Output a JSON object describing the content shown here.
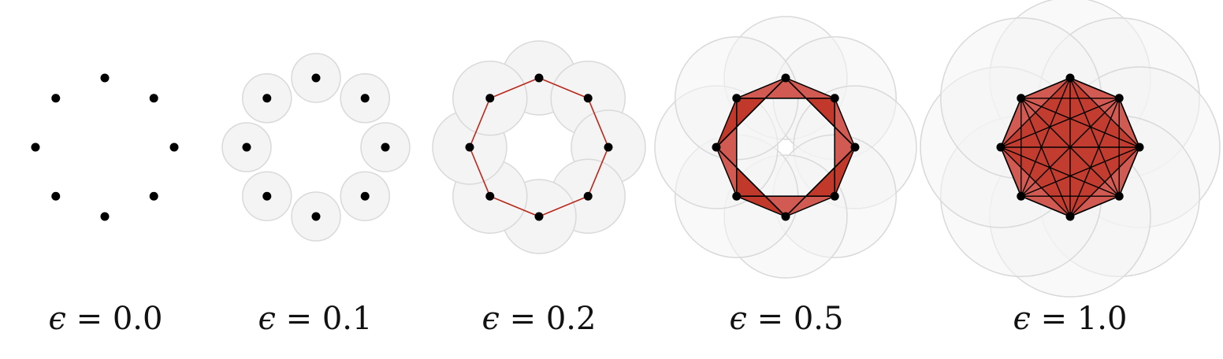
{
  "figure": {
    "colors": {
      "point": "#000000",
      "ball_fill": "#f4f4f4",
      "ball_stroke": "#d9d9d9",
      "edge": "#b8281c",
      "triangle_light": "#d15a52",
      "triangle_dark": "#c0392b",
      "edge_dark": "#000000"
    },
    "panels": [
      {
        "epsilon_symbol": "ϵ",
        "equals": "=",
        "value": "0.0"
      },
      {
        "epsilon_symbol": "ϵ",
        "equals": "=",
        "value": "0.1"
      },
      {
        "epsilon_symbol": "ϵ",
        "equals": "=",
        "value": "0.2"
      },
      {
        "epsilon_symbol": "ϵ",
        "equals": "=",
        "value": "0.5"
      },
      {
        "epsilon_symbol": "ϵ",
        "equals": "=",
        "value": "1.0"
      }
    ]
  }
}
